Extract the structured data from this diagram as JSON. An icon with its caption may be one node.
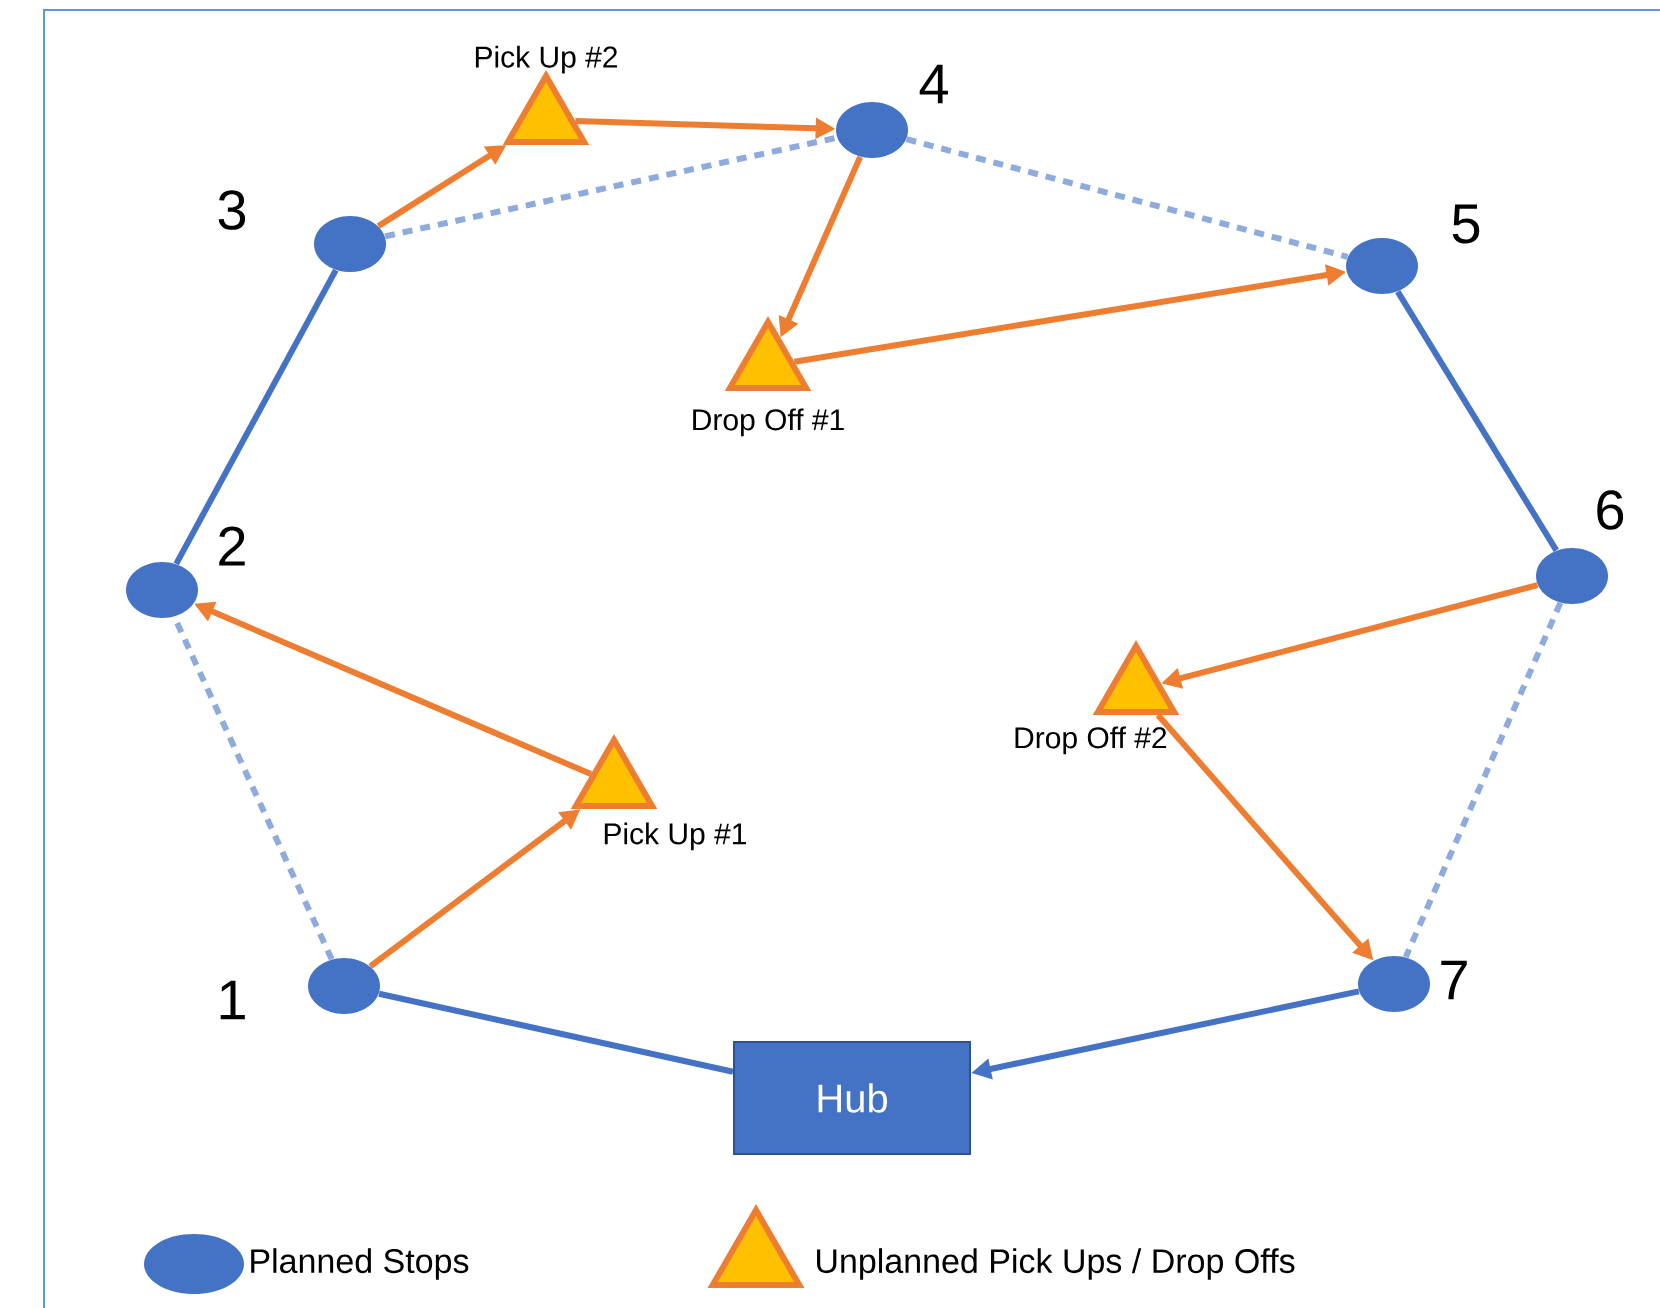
{
  "diagram": {
    "nodes": [
      {
        "text": [
          "Pick Up #2"
        ]
      },
      {
        "text": [],
        "shape": "circle",
        "beside": [
          "4"
        ]
      },
      {
        "text": [],
        "shape": "circle",
        "beside": [
          "3"
        ]
      },
      {
        "text": [],
        "shape": "circle",
        "beside": [
          "5"
        ]
      },
      {
        "text": [
          "Drop Off #1"
        ]
      },
      {
        "text": [],
        "shape": "circle",
        "beside": [
          "2"
        ]
      },
      {
        "text": [],
        "shape": "circle",
        "beside": [
          "6"
        ]
      },
      {
        "text": [
          "Drop Off #2"
        ]
      },
      {
        "text": [
          "Pick Up #1"
        ]
      },
      {
        "text": [],
        "shape": "circle",
        "beside": [
          "1"
        ]
      },
      {
        "text": [],
        "shape": "circle",
        "beside": [
          "7"
        ]
      },
      {
        "text": [
          "Hub"
        ]
      }
    ],
    "edges": [
      {
        "from": 9,
        "to": 5,
        "arrow": "none",
        "style": "dashed",
        "color": "#8faadc"
      },
      {
        "from": 5,
        "to": 2,
        "arrow": "none",
        "color": "#4472c4"
      },
      {
        "from": 2,
        "to": 1,
        "arrow": "none",
        "style": "dashed",
        "color": "#8faadc"
      },
      {
        "from": 1,
        "to": 3,
        "arrow": "none",
        "style": "dashed",
        "color": "#8faadc"
      },
      {
        "from": 3,
        "to": 6,
        "arrow": "none",
        "color": "#4472c4"
      },
      {
        "from": 6,
        "to": 10,
        "arrow": "none",
        "style": "dashed",
        "color": "#8faadc"
      },
      {
        "from": 9,
        "to": 11,
        "arrow": "none",
        "color": "#4472c4"
      },
      {
        "from": 10,
        "to": 11,
        "arrow": "to",
        "color": "#4472c4"
      },
      {
        "from": 9,
        "to": 8,
        "arrow": "to",
        "color": "#ed7d31"
      },
      {
        "from": 8,
        "to": 5,
        "arrow": "to",
        "color": "#ed7d31"
      },
      {
        "from": 2,
        "to": 0,
        "arrow": "to",
        "color": "#ed7d31"
      },
      {
        "from": 0,
        "to": 1,
        "arrow": "to",
        "color": "#ed7d31"
      },
      {
        "from": 1,
        "to": 4,
        "arrow": "to",
        "color": "#ed7d31"
      },
      {
        "from": 4,
        "to": 3,
        "arrow": "to",
        "color": "#ed7d31"
      },
      {
        "from": 6,
        "to": 7,
        "arrow": "to",
        "color": "#ed7d31"
      },
      {
        "from": 7,
        "to": 10,
        "arrow": "to",
        "color": "#ed7d31"
      }
    ],
    "legend": [
      {
        "text": "Planned Stops"
      },
      {
        "text": "Unplanned Pick Ups / Drop Offs"
      }
    ]
  }
}
